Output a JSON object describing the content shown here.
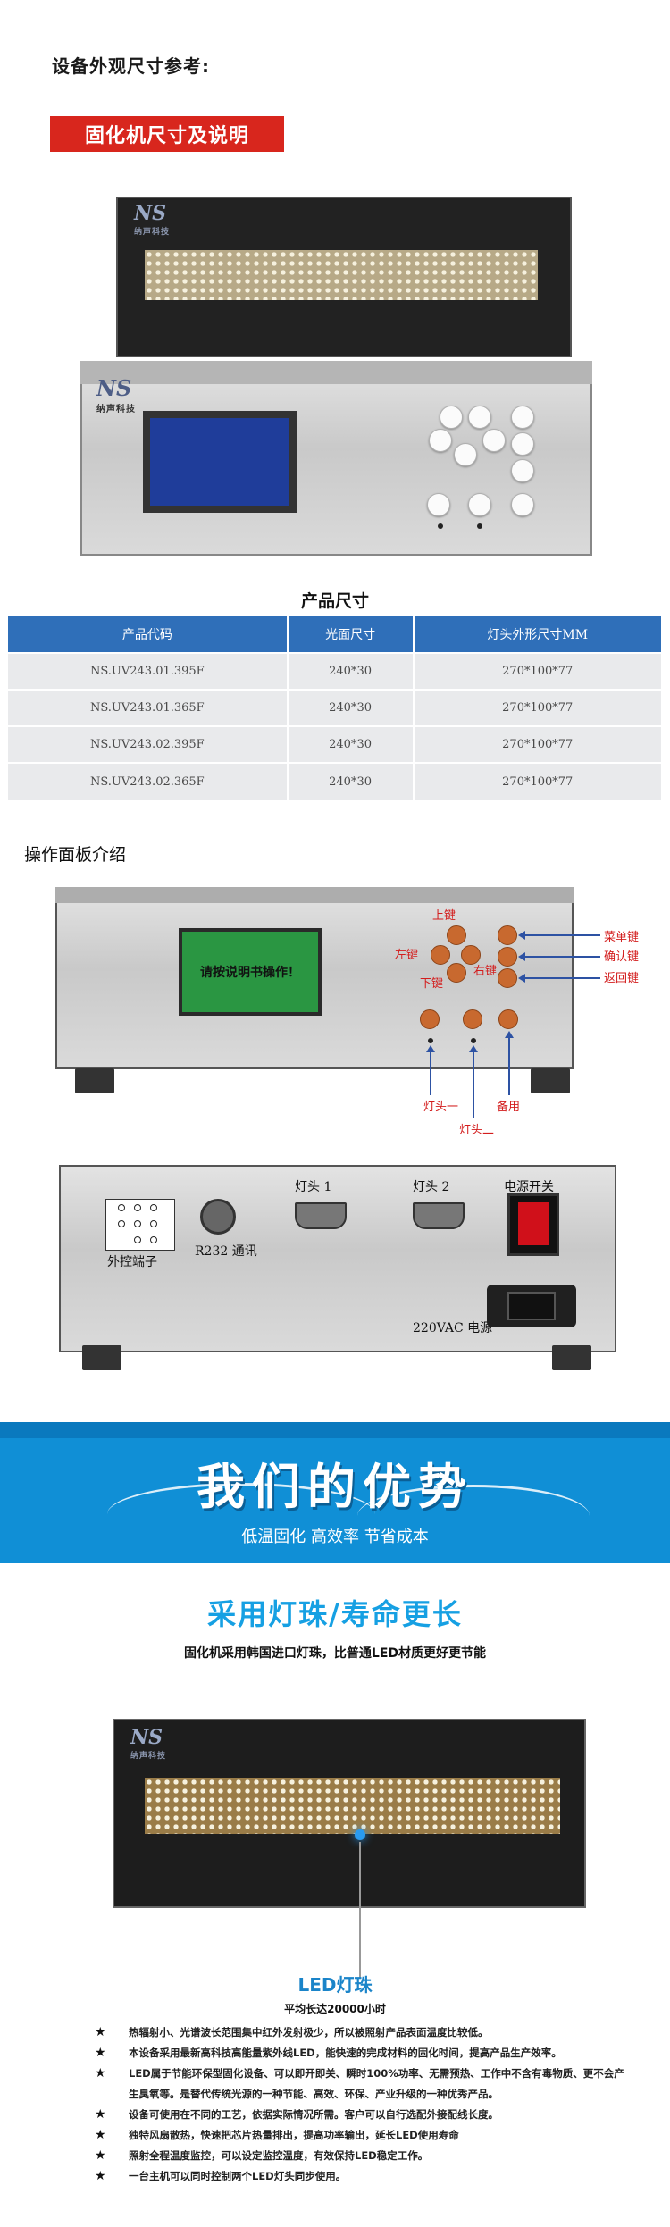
{
  "header": {
    "title": "设备外观尺寸参考:",
    "badge": "固化机尺寸及说明"
  },
  "photo1": {
    "logo": "NS",
    "logo_sub": "纳声科技"
  },
  "size_table": {
    "caption": "产品尺寸",
    "columns": [
      "产品代码",
      "光面尺寸",
      "灯头外形尺寸MM"
    ],
    "rows": [
      [
        "NS.UV243.01.395F",
        "240*30",
        "270*100*77"
      ],
      [
        "NS.UV243.01.365F",
        "240*30",
        "270*100*77"
      ],
      [
        "NS.UV243.02.395F",
        "240*30",
        "270*100*77"
      ],
      [
        "NS.UV243.02.365F",
        "240*30",
        "270*100*77"
      ]
    ]
  },
  "panel": {
    "title": "操作面板介绍",
    "screen_text": "请按说明书操作！",
    "labels": {
      "up": "上键",
      "left": "左键",
      "right": "右键",
      "down": "下键",
      "menu": "菜单键",
      "confirm": "确认键",
      "back": "返回键",
      "lamp1": "灯头一",
      "lamp2": "灯头二",
      "spare": "备用"
    }
  },
  "rear": {
    "terminal": "外控端子",
    "rs232": "R232 通讯",
    "lamp1": "灯头 1",
    "lamp2": "灯头 2",
    "switch": "电源开关",
    "power": "220VAC 电源"
  },
  "banner": {
    "title": "我们的优势",
    "subtitle": "低温固化    高效率    节省成本"
  },
  "advantage": {
    "title": "采用灯珠/寿命更长",
    "subtitle": "固化机采用韩国进口灯珠，比普通LED材质更好更节能",
    "logo": "NS",
    "logo_sub": "纳声科技",
    "led_title": "LED灯珠",
    "led_sub": "平均长达20000小时",
    "bullet_symbol": "★",
    "bullets": [
      "热辐射小、光谱波长范围集中红外发射极少，所以被照射产品表面温度比较低。",
      "本设备采用最新高科技高能量紫外线LED，能快速的完成材料的固化时间，提高产品生产效率。",
      "LED属于节能环保型固化设备、可以即开即关、瞬时100%功率、无需预热、工作中不含有毒物质、更不会产生臭氧等。是替代传统光源的一种节能、高效、环保、产业升级的一种优秀产品。",
      "设备可使用在不同的工艺，依据实际情况所需。客户可以自行选配外接配线长度。",
      "独特风扇散热，快速把芯片热量排出，提高功率输出，延长LED使用寿命",
      "照射全程温度监控，可以设定监控温度，有效保持LED稳定工作。",
      "一台主机可以同时控制两个LED灯头同步使用。"
    ]
  }
}
